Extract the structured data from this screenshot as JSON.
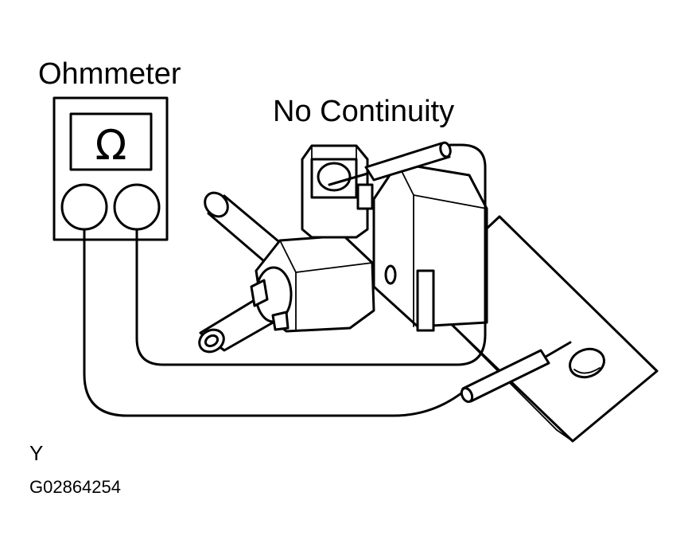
{
  "diagram": {
    "meter_title": "Ohmmeter",
    "status_text": "No Continuity",
    "omega_symbol": "Ω",
    "corner_letter": "Y",
    "figure_code": "G02864254"
  }
}
